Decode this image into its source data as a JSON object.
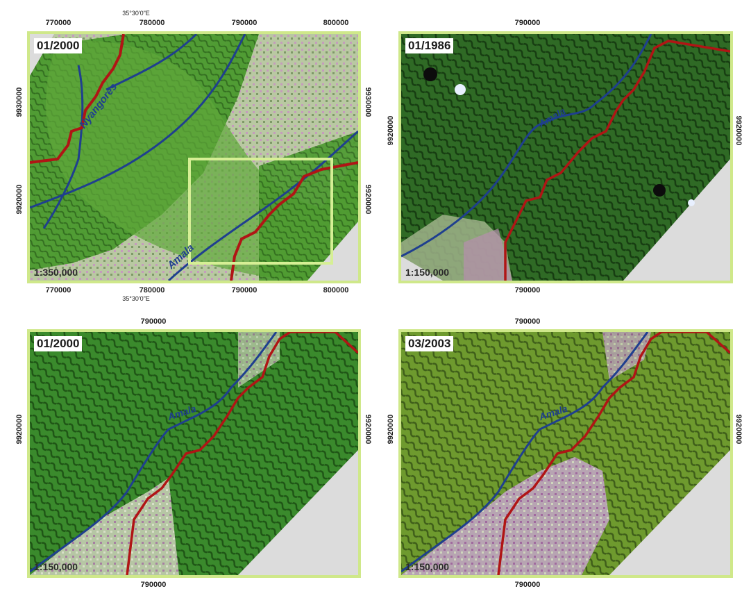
{
  "panels": [
    {
      "date": "01/2000",
      "scale": "1:350,000",
      "x_ticks": [
        "770000",
        "780000",
        "790000",
        "800000"
      ],
      "y_ticks": [
        "9930000",
        "9920000"
      ],
      "lon_label": "35°30'0\"E",
      "river_labels": [
        "Nyangores",
        "Amala"
      ]
    },
    {
      "date": "01/1986",
      "scale": "1:150,000",
      "x_ticks": [
        "790000"
      ],
      "y_ticks": [
        "9920000"
      ],
      "river_labels": [
        "Amala"
      ]
    },
    {
      "date": "01/2000",
      "scale": "1:150,000",
      "x_ticks": [
        "790000"
      ],
      "y_ticks": [
        "9920000"
      ],
      "river_labels": [
        "Amala"
      ]
    },
    {
      "date": "03/2003",
      "scale": "1:150,000",
      "x_ticks": [
        "790000"
      ],
      "y_ticks": [
        "9920000"
      ],
      "river_labels": [
        "Amala"
      ]
    }
  ],
  "colors": {
    "frame": "#cfe88a",
    "river": "#1f3f8f",
    "boundary": "#b01515",
    "no_data": "#dcdcdc",
    "forest": "#3f8f2a",
    "farmland": "#c9a9c4"
  },
  "icons": [
    "river-line",
    "boundary-line",
    "extent-box"
  ]
}
